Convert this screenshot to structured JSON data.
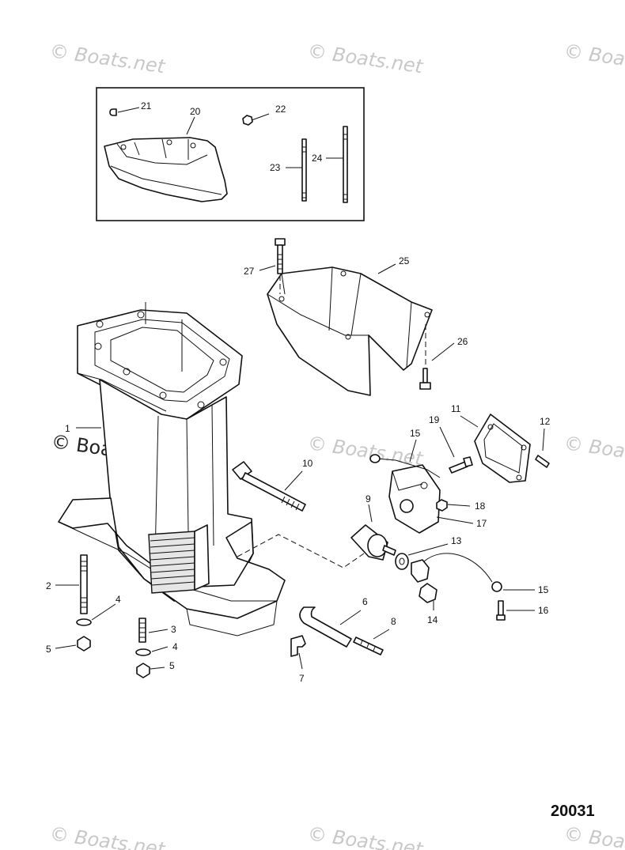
{
  "watermark": {
    "text": "© Boats.net",
    "tile_text": "© Boats.net",
    "dark_text": "© Boats.net"
  },
  "diagram_number": "20031",
  "callouts": {
    "c1": "1",
    "c2": "2",
    "c3": "3",
    "c4a": "4",
    "c4b": "4",
    "c5a": "5",
    "c5b": "5",
    "c6": "6",
    "c7": "7",
    "c8": "8",
    "c9": "9",
    "c10": "10",
    "c11": "11",
    "c12": "12",
    "c13": "13",
    "c14": "14",
    "c15a": "15",
    "c15b": "15",
    "c16": "16",
    "c17": "17",
    "c18": "18",
    "c19": "19",
    "c20": "20",
    "c21": "21",
    "c22": "22",
    "c23": "23",
    "c24": "24",
    "c25": "25",
    "c26": "26",
    "c27": "27"
  }
}
